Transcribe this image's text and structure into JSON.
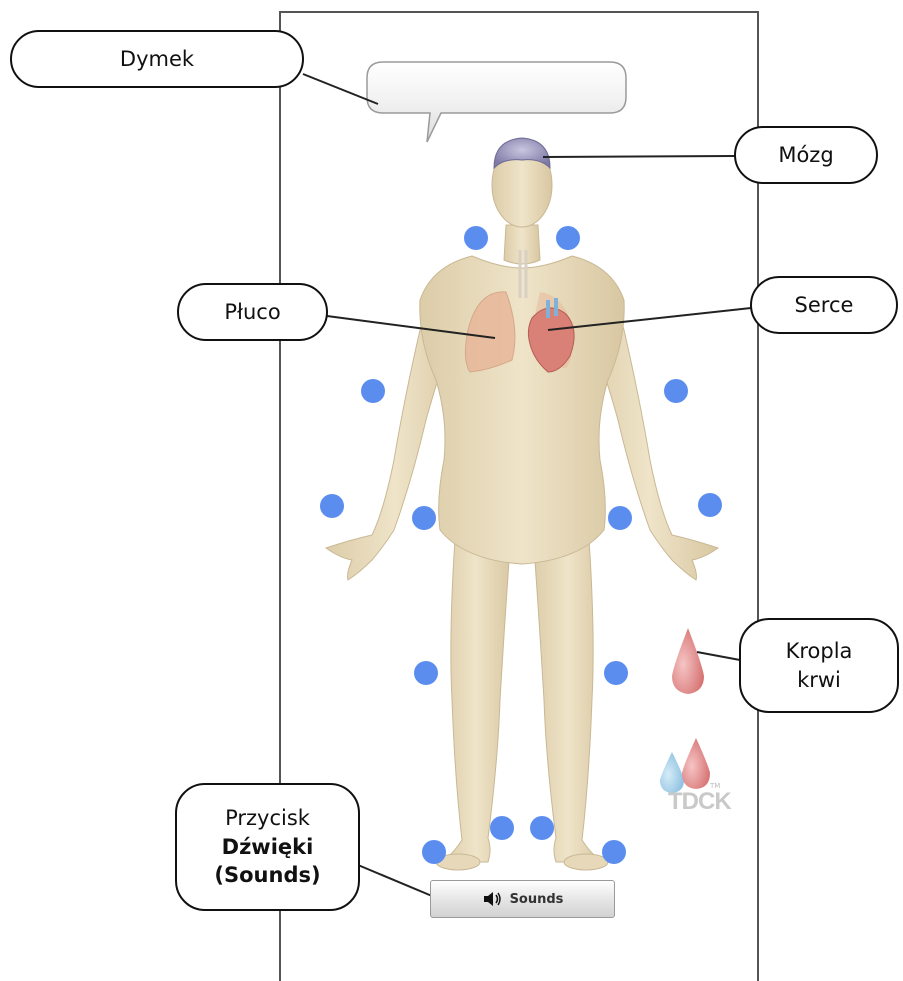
{
  "callouts": {
    "dymek": "Dymek",
    "mozg": "Mózg",
    "pluco": "Płuco",
    "serce": "Serce",
    "kropla_line1": "Kropla",
    "kropla_line2": "krwi",
    "przycisk_line1": "Przycisk",
    "przycisk_line2": "Dźwięki",
    "przycisk_line3": "(Sounds)"
  },
  "sounds_button": {
    "label": "Sounds"
  },
  "logo": {
    "text": "TDCK",
    "tm": "TM"
  },
  "colors": {
    "marker": "#5b8def",
    "skin": "#ece0c4",
    "lung": "#e8b89a",
    "heart": "#d98077",
    "blood_drop": "#e48f8f"
  }
}
